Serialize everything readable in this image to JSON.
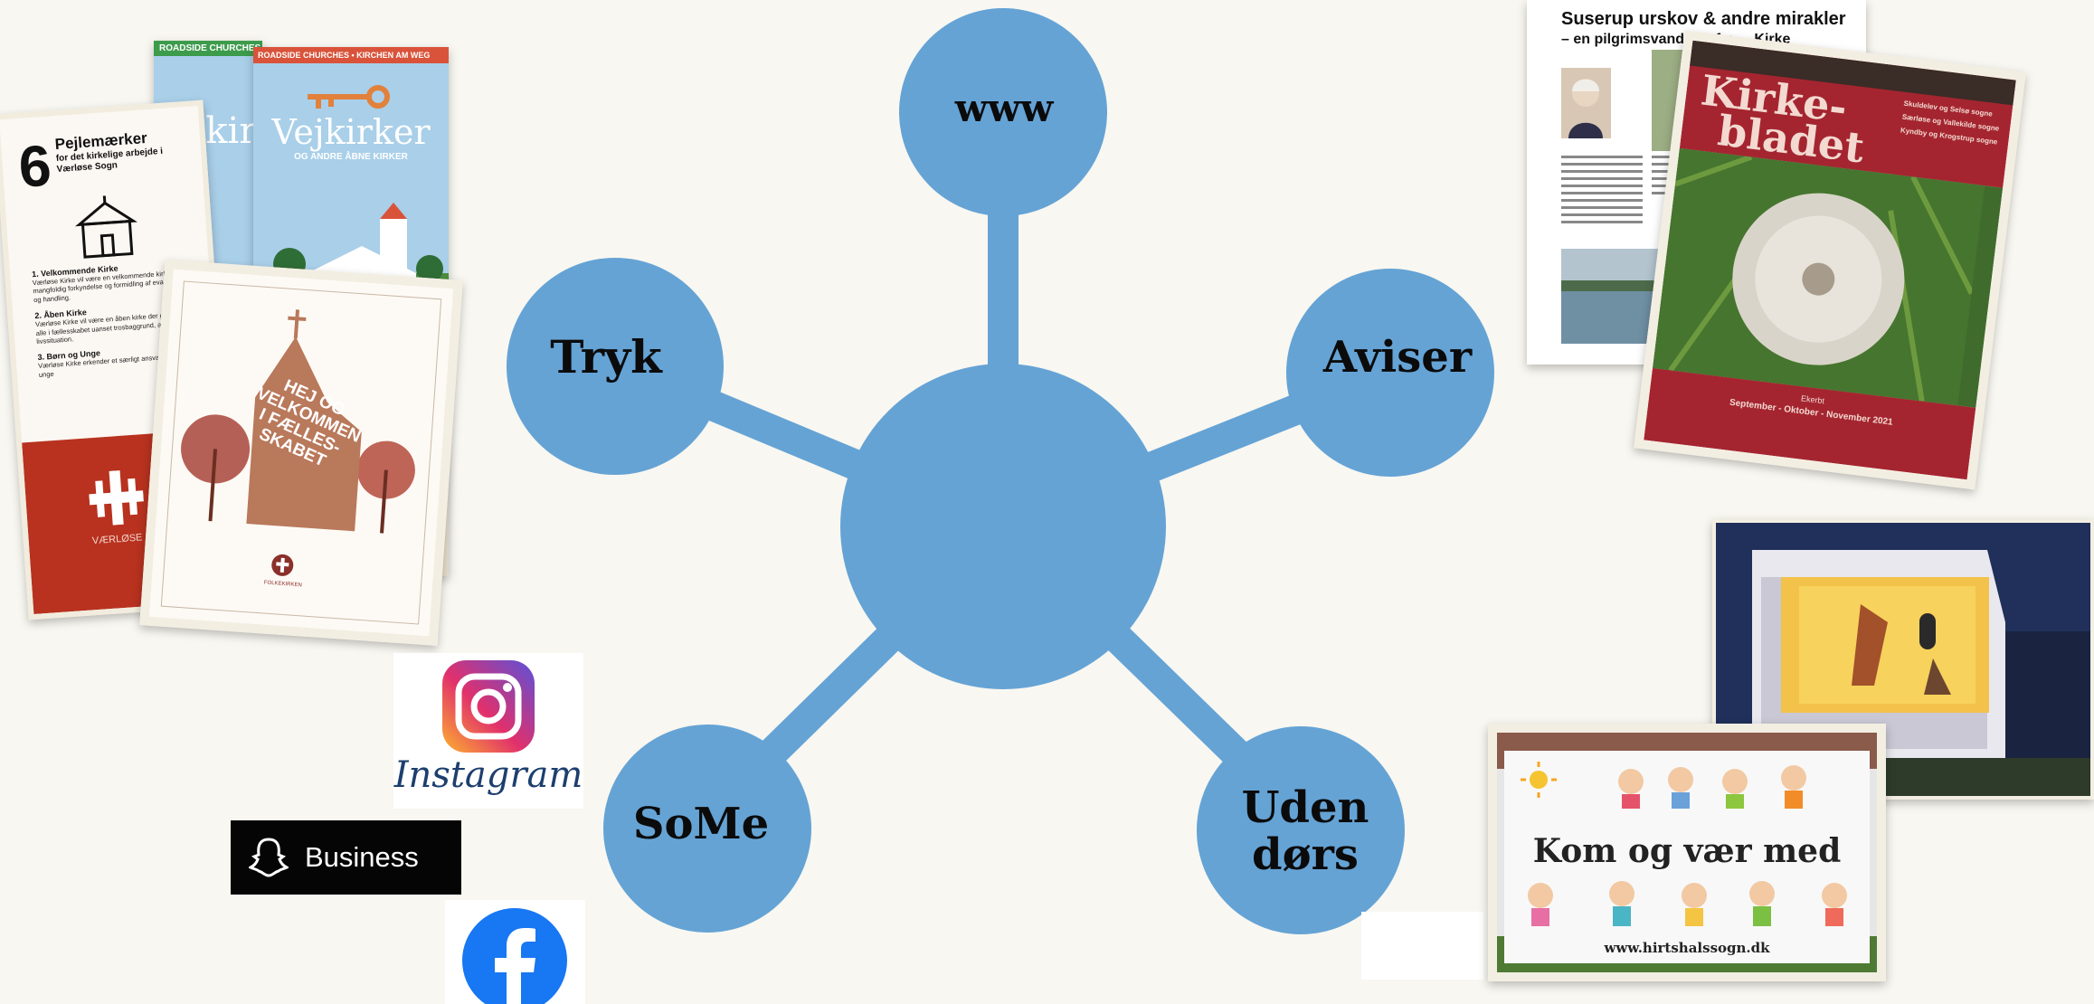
{
  "diagram": {
    "nodes": [
      {
        "id": "www",
        "label": "www"
      },
      {
        "id": "tryk",
        "label": "Tryk"
      },
      {
        "id": "aviser",
        "label": "Aviser"
      },
      {
        "id": "some",
        "label": "SoMe"
      },
      {
        "id": "udendors",
        "label": "Uden\ndørs"
      }
    ],
    "colors": {
      "node": "#65a3d5",
      "background": "#f8f7f1"
    }
  },
  "images": {
    "vejkirker": {
      "banner_1": "ROADSIDE CHURCHES",
      "banner_2": "ROADSIDE CHURCHES • KIRCHEN AM WEG",
      "title": "Vejkirker",
      "subtitle": "OG ANDRE ÅBNE KIRKER"
    },
    "pejlemaerker": {
      "number": "6",
      "title": "Pejlemærker",
      "subtitle": "for det kirkelige arbejde i Værløse Sogn",
      "items": [
        {
          "head": "1. Velkommende Kirke",
          "body": "Værløse Kirke vil være en velkommende kirke gennem mangfoldig forkyndelse og formidling af evangeliet i ord og handling."
        },
        {
          "head": "2. Åben Kirke",
          "body": "Værløse Kirke vil være en åben kirke der giver plads til alle i fællesskabet uanset trosbaggrund, alder og livssituation."
        },
        {
          "head": "3. Børn og Unge",
          "body": "Værløse Kirke erkender et særligt ansvar for børn og unge"
        }
      ],
      "footer": "VÆRLØSE"
    },
    "velkommen": {
      "text": "HEJ OG VELKOMMEN I FÆLLES-SKABET",
      "footer": "FOLKEKIRKEN"
    },
    "article": {
      "title": "Suserup urskov & andre mirakler",
      "subtitle": "– en pilgrimsvandring fra ... Kirke"
    },
    "kirkebladet": {
      "title_1": "Kirke-",
      "title_2": "bladet",
      "side": [
        "Skuldelev og Selsø sogne",
        "Særløse og Vallekilde sogne",
        "Kyndby og Krogstrup sogne"
      ],
      "footer_small": "Ekerbt",
      "footer": "September - Oktober - November 2021"
    },
    "banner": {
      "text": "Kom og vær med",
      "url": "www.hirtshalssogn.dk"
    },
    "social": {
      "instagram": "Instagram",
      "snapchat": "Business"
    }
  }
}
